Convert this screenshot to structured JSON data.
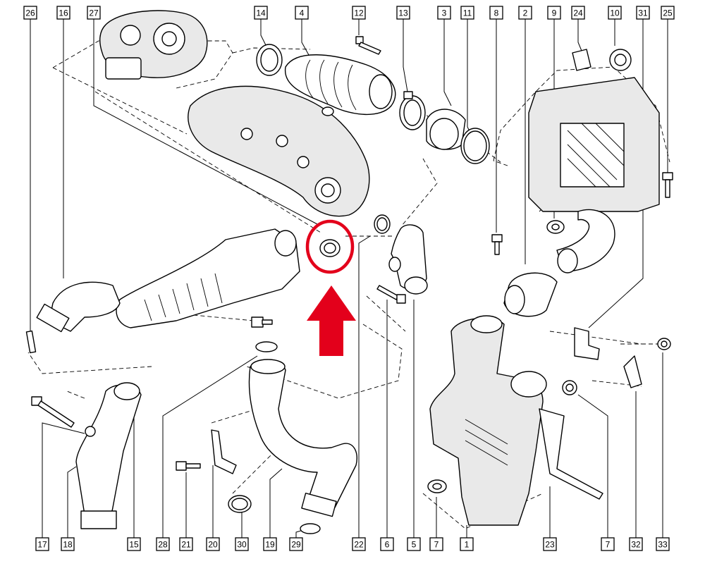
{
  "diagram": {
    "labels": {
      "top": [
        "26",
        "16",
        "27",
        "14",
        "4",
        "12",
        "13",
        "3",
        "11",
        "8",
        "2",
        "9",
        "24",
        "10",
        "31",
        "25"
      ],
      "bottom": [
        "17",
        "18",
        "15",
        "28",
        "21",
        "20",
        "30",
        "19",
        "29",
        "22",
        "6",
        "5",
        "7",
        "1",
        "23",
        "7",
        "32",
        "33"
      ]
    },
    "highlight": {
      "ring_color": "#e3001b",
      "arrow_color": "#e3001b",
      "target_label": "22"
    },
    "colors": {
      "line": "#000000",
      "background": "#ffffff",
      "part_fill": "#ffffff",
      "shade": "#e9e9e9"
    }
  }
}
